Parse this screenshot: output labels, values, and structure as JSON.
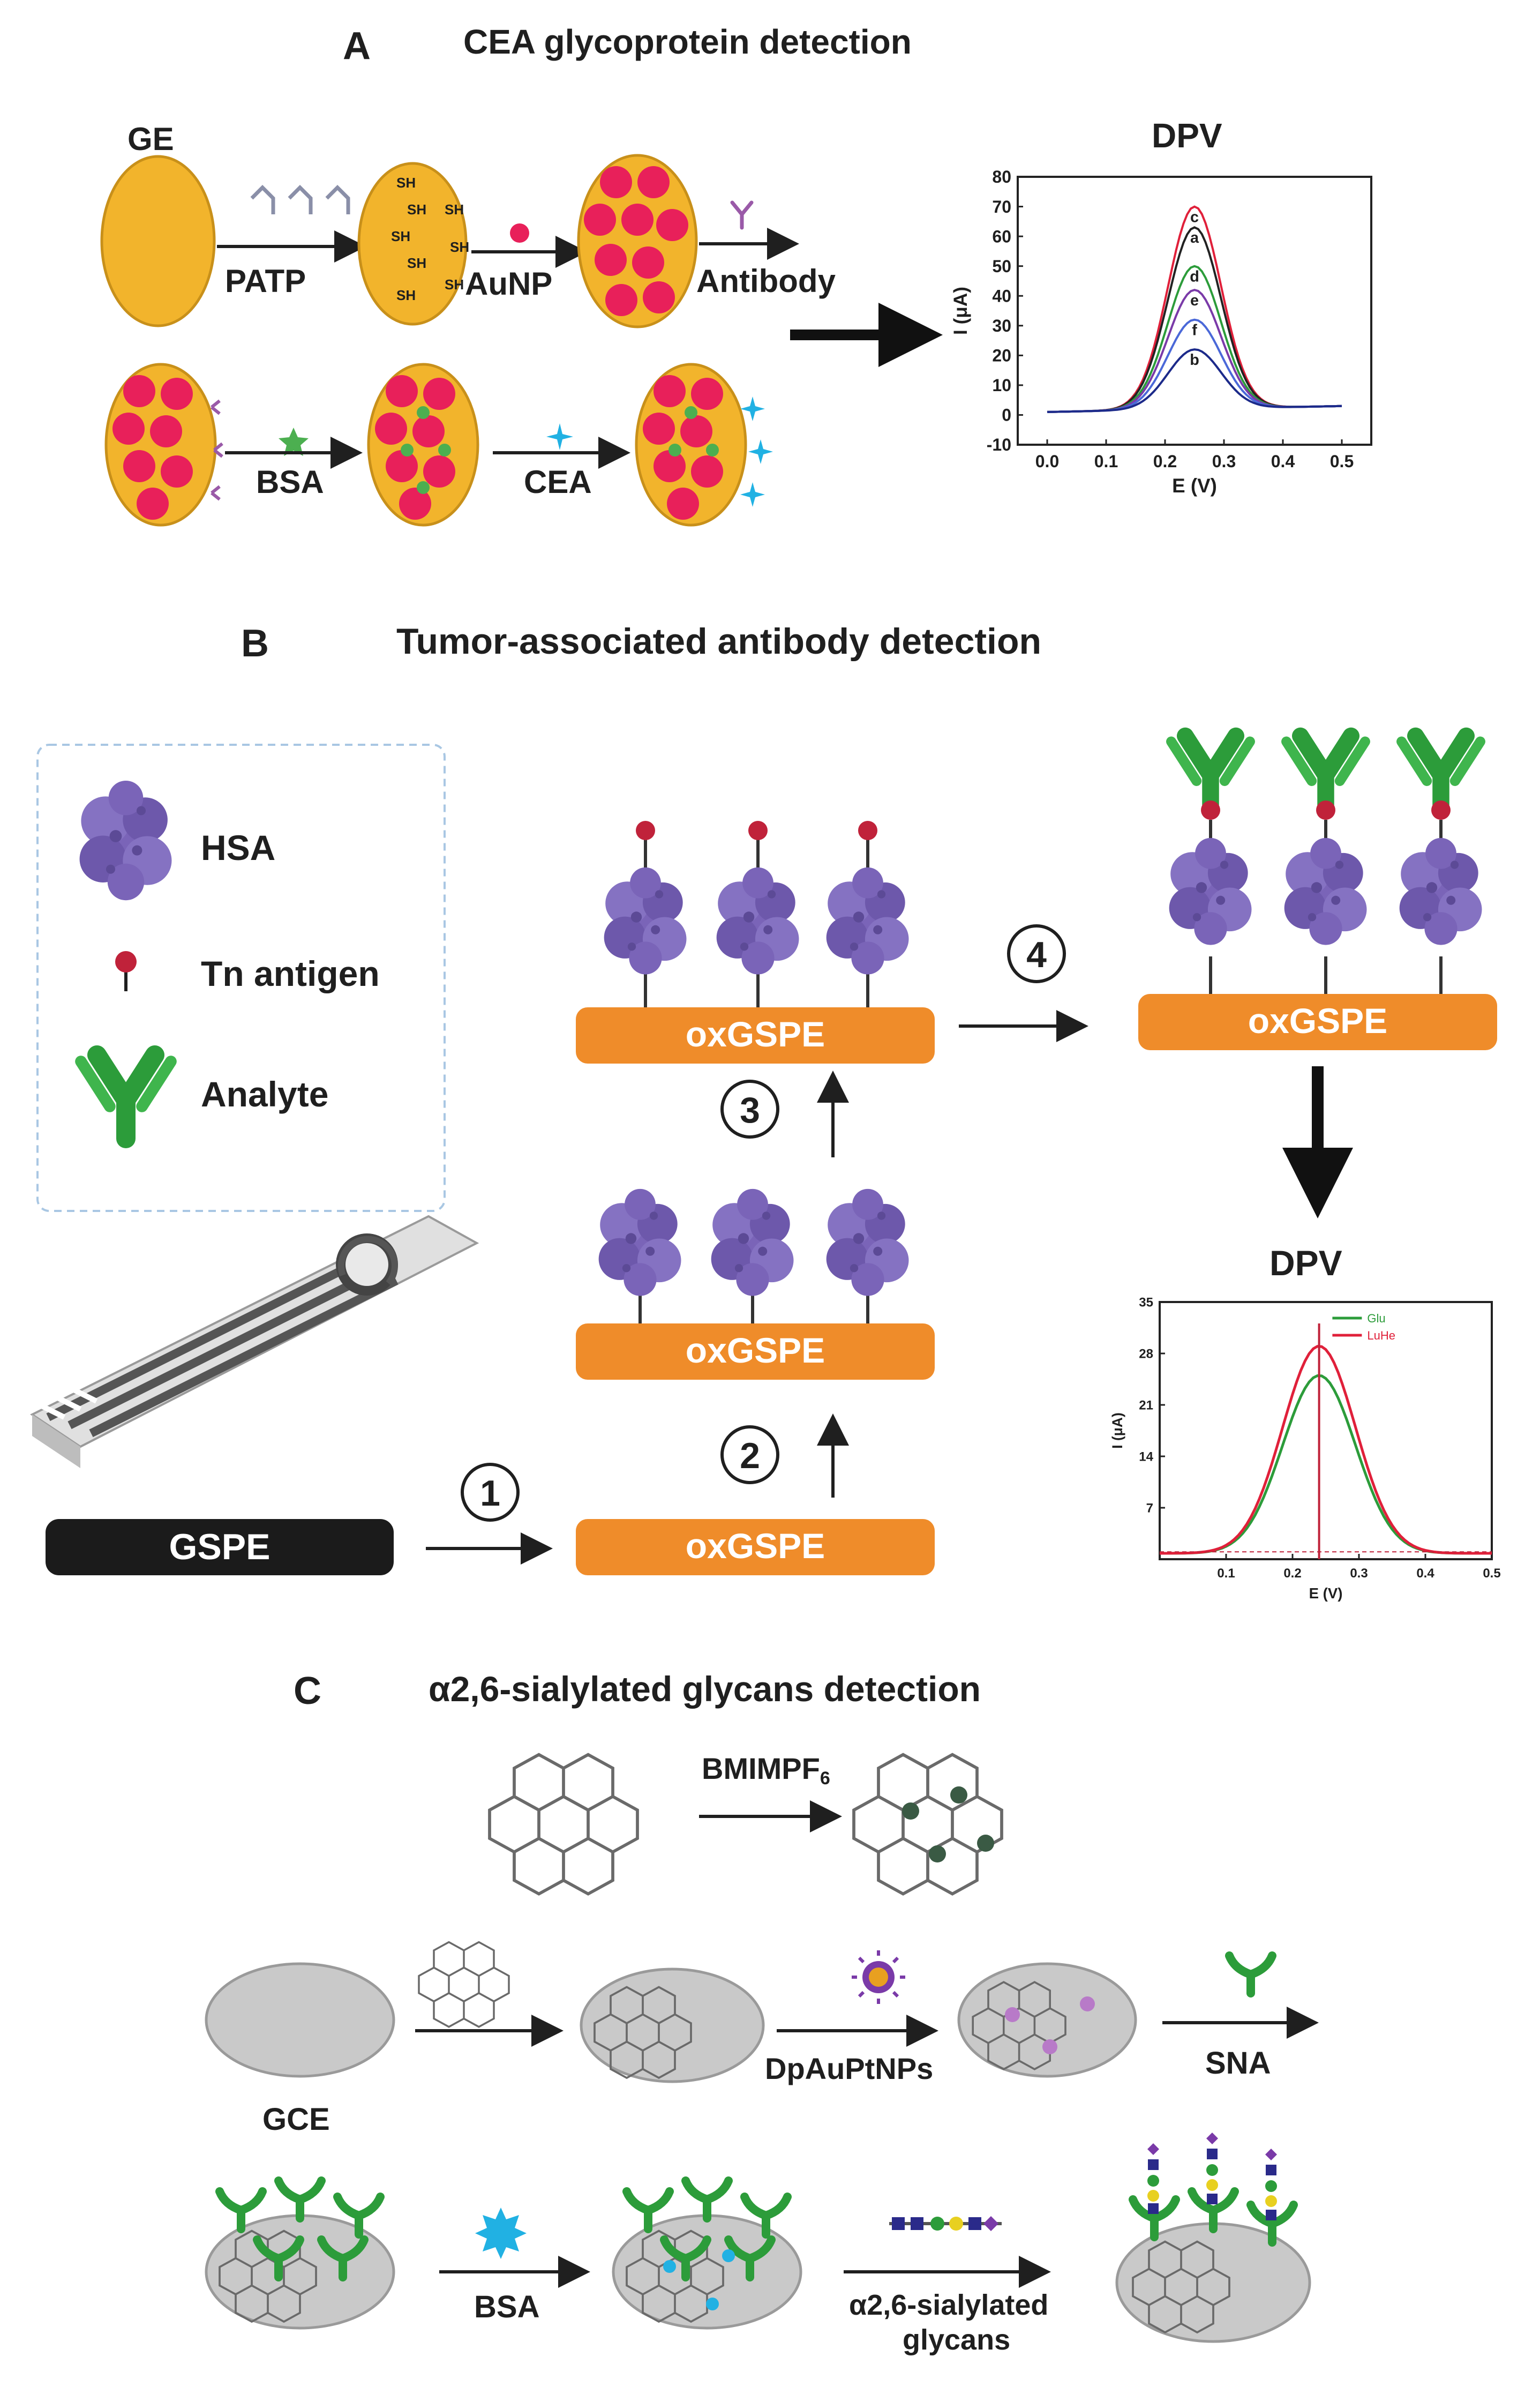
{
  "panel_a": {
    "letter": "A",
    "title": "CEA glycoprotein detection",
    "ge_label": "GE",
    "steps": {
      "patp": "PATP",
      "aunp": "AuNP",
      "antibody": "Antibody",
      "bsa": "BSA",
      "cea": "CEA"
    },
    "sh_label": "SH",
    "dpv_title": "DPV"
  },
  "panel_b": {
    "letter": "B",
    "title": "Tumor-associated antibody detection",
    "legend": {
      "hsa": "HSA",
      "tn": "Tn antigen",
      "analyte": "Analyte"
    },
    "gspe_label": "GSPE",
    "oxgspe_label": "oxGSPE",
    "steps": [
      "1",
      "2",
      "3",
      "4"
    ],
    "dpv_title": "DPV"
  },
  "panel_c": {
    "letter": "C",
    "title": "α2,6-sialylated glycans detection",
    "bmim_label": "BMIMPF",
    "bmim_sub": "6",
    "gce_label": "GCE",
    "dpaupt_label": "DpAuPtNPs",
    "sna_label": "SNA",
    "bsa_label": "BSA",
    "glycans_line1": "α2,6-sialylated",
    "glycans_line2": "glycans"
  },
  "colors": {
    "gold": "#f2b42c",
    "nanoparticle": "#e8205a",
    "antibody": "#2c9c3a",
    "protein": "#7a64b8",
    "oxgspe": "#ef8c2a",
    "gspe": "#1b1b1b",
    "bsa_star": "#21b1e3",
    "electrode_gray": "#c9c9c9"
  },
  "chart_data": [
    {
      "type": "line",
      "title": "DPV",
      "xlabel": "E (V)",
      "ylabel": "I (μA)",
      "xlim": [
        -0.05,
        0.55
      ],
      "ylim": [
        -10,
        80
      ],
      "xticks": [
        "0.0",
        "0.1",
        "0.2",
        "0.3",
        "0.4",
        "0.5"
      ],
      "yticks": [
        "-10",
        "0",
        "10",
        "20",
        "30",
        "40",
        "50",
        "60",
        "70",
        "80"
      ],
      "xtick_values": [
        0.0,
        0.1,
        0.2,
        0.3,
        0.4,
        0.5
      ],
      "ytick_values": [
        -10,
        0,
        10,
        20,
        30,
        40,
        50,
        60,
        70,
        80
      ],
      "peak_x": 0.25,
      "baseline_start": 1,
      "baseline_end": 3,
      "series": [
        {
          "name": "c",
          "peak": 70,
          "color": "#e0203a"
        },
        {
          "name": "a",
          "peak": 63,
          "color": "#222222"
        },
        {
          "name": "d",
          "peak": 50,
          "color": "#2c9c3a"
        },
        {
          "name": "e",
          "peak": 42,
          "color": "#7a3aa8"
        },
        {
          "name": "f",
          "peak": 32,
          "color": "#4a68d8"
        },
        {
          "name": "b",
          "peak": 22,
          "color": "#1c2a8a"
        }
      ]
    },
    {
      "type": "line",
      "title": "DPV",
      "xlabel": "E (V)",
      "ylabel": "I (μA)",
      "xlim": [
        0,
        0.5
      ],
      "ylim": [
        0,
        35
      ],
      "xticks": [
        "0.1",
        "0.2",
        "0.3",
        "0.4",
        "0.5"
      ],
      "yticks": [
        "7",
        "14",
        "21",
        "28",
        "35"
      ],
      "xtick_values": [
        0.1,
        0.2,
        0.3,
        0.4,
        0.5
      ],
      "ytick_values": [
        7,
        14,
        21,
        28,
        35
      ],
      "peak_x": 0.24,
      "series": [
        {
          "name": "Glu",
          "peak": 25,
          "color": "#2c9c3a"
        },
        {
          "name": "LuHe",
          "peak": 29,
          "color": "#e0203a"
        }
      ]
    }
  ]
}
